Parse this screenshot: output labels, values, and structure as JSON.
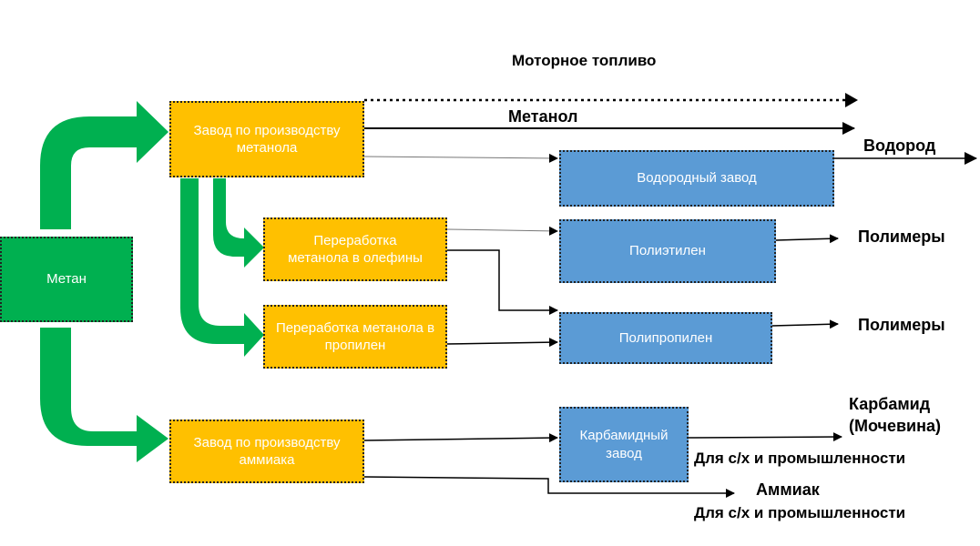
{
  "nodes": {
    "methane": "Метан",
    "methanol_plant": "Завод по производству метанола",
    "methanol_to_olefins": "Переработка метанола в олефины",
    "methanol_to_propylene": "Переработка метанола в пропилен",
    "ammonia_plant": "Завод по производству аммиака",
    "hydrogen_plant": "Водородный завод",
    "polyethylene": "Полиэтилен",
    "polypropylene": "Полипропилен",
    "urea_plant": "Карбамидный завод"
  },
  "outputs": {
    "motor_fuel": "Моторное топливо",
    "methanol": "Метанол",
    "hydrogen": "Водород",
    "polymers_1": "Полимеры",
    "polymers_2": "Полимеры",
    "urea_line1": "Карбамид",
    "urea_line2": "(Мочевина)",
    "urea_use": "Для с/х и промышленности",
    "ammonia": "Аммиак",
    "ammonia_use": "Для с/х и промышленности"
  },
  "colors": {
    "plant": "#FFC000",
    "process": "#5B9BD5",
    "source": "#00B050"
  }
}
